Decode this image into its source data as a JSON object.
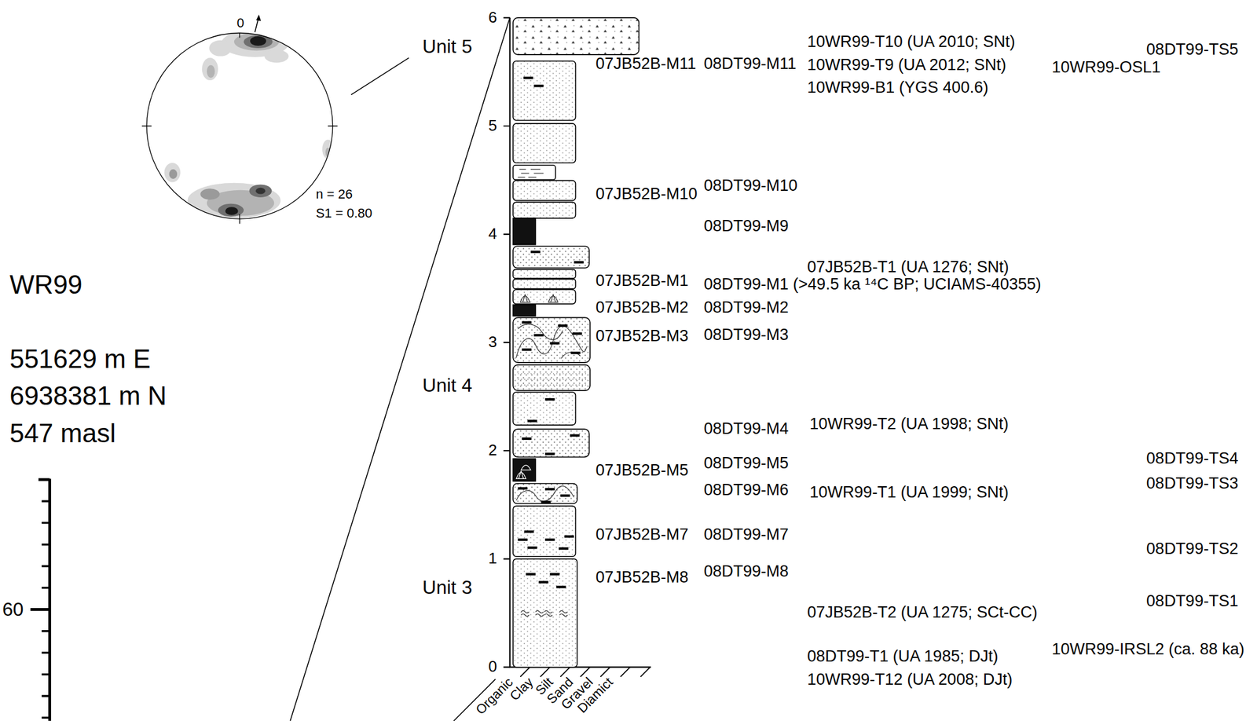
{
  "diagram": {
    "labels": [
      "WR99",
      "551629 m E",
      "6938381 m N",
      "547 masl",
      "60",
      "0",
      "n = 26",
      "S1 = 0.80",
      "Unit 5",
      "Unit 4",
      "Unit 3",
      "6",
      "5",
      "4",
      "3",
      "2",
      "1",
      "0",
      "Organic",
      "Clay",
      "Silt",
      "Sand",
      "Gravel",
      "Diamict",
      "10WR99-T10 (UA 2010; SNt)",
      "08DT99-TS5",
      "07JB52B-M11",
      "08DT99-M11",
      "10WR99-T9 (UA 2012; SNt)",
      "10WR99-OSL1",
      "10WR99-B1 (YGS 400.6)",
      "08DT99-M10",
      "07JB52B-M10",
      "08DT99-M9",
      "07JB52B-T1 (UA 1276; SNt)",
      "07JB52B-M1",
      "08DT99-M1 (>49.5 ka ¹⁴C BP; UCIAMS-40355)",
      "07JB52B-M2",
      "08DT99-M2",
      "07JB52B-M3",
      "08DT99-M3",
      "10WR99-T2 (UA 1998; SNt)",
      "08DT99-M4",
      "08DT99-TS4",
      "08DT99-M5",
      "07JB52B-M5",
      "08DT99-TS3",
      "08DT99-M6",
      "10WR99-T1 (UA 1999; SNt)",
      "07JB52B-M7",
      "08DT99-M7",
      "08DT99-TS2",
      "08DT99-M8",
      "07JB52B-M8",
      "08DT99-TS1",
      "07JB52B-T2 (UA 1275; SCt-CC)",
      "10WR99-IRSL2 (ca. 88 ka)",
      "08DT99-T1 (UA 1985; DJt)",
      "10WR99-T12 (UA 2008; DJt)"
    ]
  }
}
